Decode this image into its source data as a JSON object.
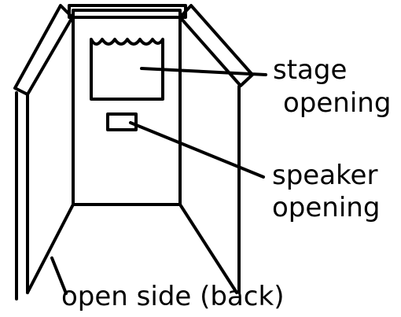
{
  "diagram": {
    "labels": {
      "stage_line1": "stage",
      "stage_line2": "opening",
      "speaker_line1": "speaker",
      "speaker_line2": "opening",
      "open_side": "open side (back)"
    },
    "ink_color": "#000000",
    "background_color": "#ffffff"
  }
}
